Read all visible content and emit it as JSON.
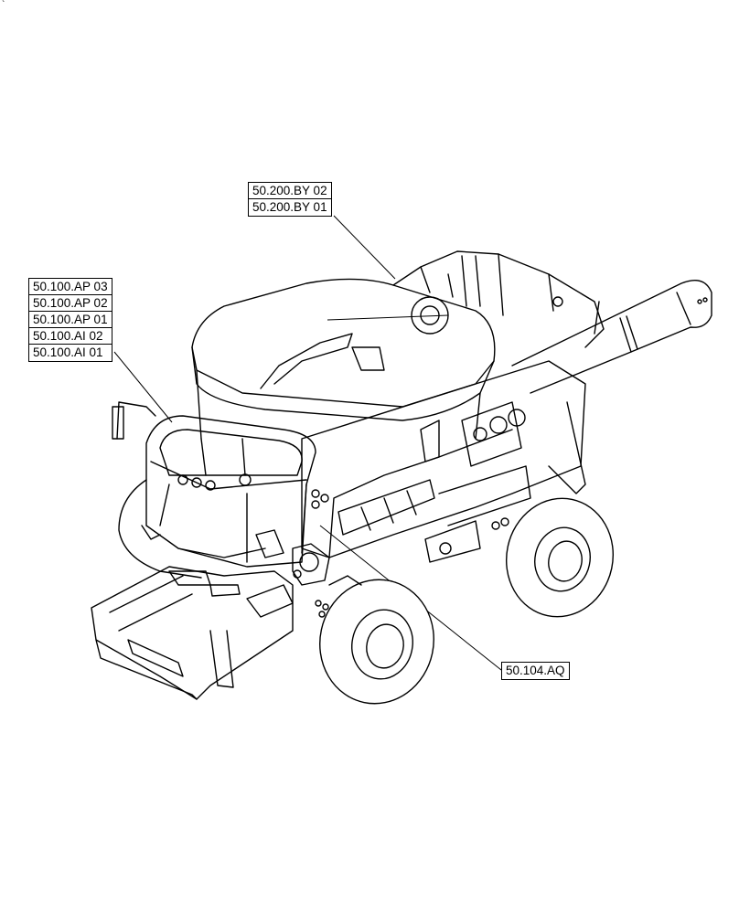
{
  "corner_mark": "`",
  "callouts": {
    "top": [
      "50.200.BY 02",
      "50.200.BY 01"
    ],
    "left": [
      "50.100.AP 03",
      "50.100.AP 02",
      "50.100.AP 01",
      "50.100.AI 02",
      "50.100.AI 01"
    ],
    "bottom_right": [
      "50.104.AQ"
    ]
  }
}
